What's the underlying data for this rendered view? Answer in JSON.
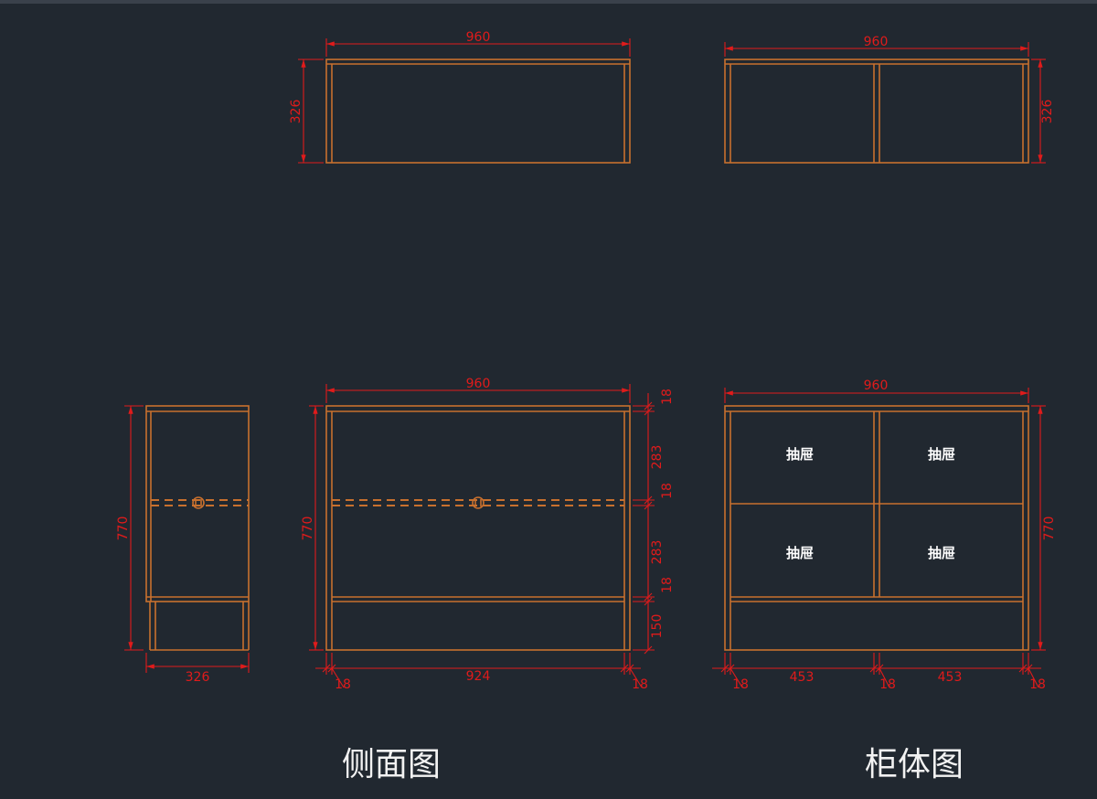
{
  "colors": {
    "background": "#212830",
    "wood": "#c8702e",
    "dimension": "#e01b1b",
    "label": "#ffffff"
  },
  "views": {
    "top_left": {
      "width": "960",
      "depth": "326"
    },
    "top_right": {
      "width": "960",
      "depth": "326"
    },
    "side": {
      "height": "770",
      "depth": "326"
    },
    "front": {
      "width": "960",
      "inner_width": "924",
      "height": "770",
      "panel_left": "18",
      "panel_right": "18",
      "stack": [
        "18",
        "283",
        "18",
        "283",
        "18",
        "150"
      ]
    },
    "cabinet": {
      "width": "960",
      "height": "770",
      "panel_left": "18",
      "bay_left": "453",
      "panel_mid": "18",
      "bay_right": "453",
      "panel_right": "18",
      "drawers": [
        "抽屉",
        "抽屉",
        "抽屉",
        "抽屉"
      ]
    }
  },
  "captions": {
    "side": "侧面图",
    "cabinet": "柜体图"
  }
}
